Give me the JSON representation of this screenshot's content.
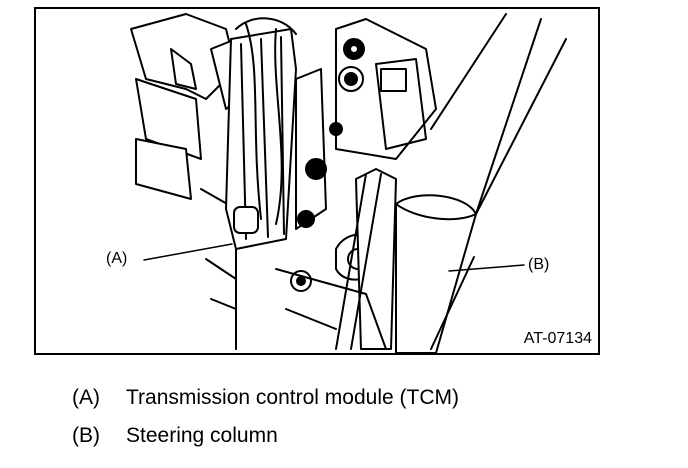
{
  "figure": {
    "id": "AT-07134",
    "callouts": [
      {
        "key": "a",
        "label": "(A)"
      },
      {
        "key": "b",
        "label": "(B)"
      }
    ]
  },
  "legend": {
    "items": [
      {
        "key": "(A)",
        "text": "Transmission control module (TCM)"
      },
      {
        "key": "(B)",
        "text": "Steering column"
      }
    ]
  },
  "colors": {
    "line": "#000000",
    "background": "#ffffff"
  }
}
